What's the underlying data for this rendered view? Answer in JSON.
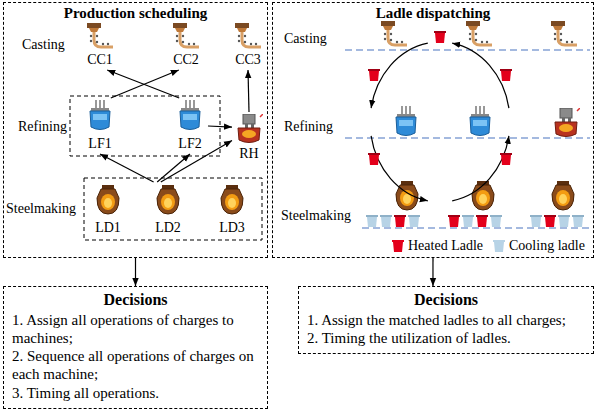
{
  "diagram": {
    "nodes": [
      {
        "text": [
          "Production scheduling"
        ]
      },
      {
        "text": [
          "CC1"
        ],
        "in": 0
      },
      {
        "text": [
          "CC2"
        ],
        "in": 0
      },
      {
        "text": [
          "CC3"
        ],
        "in": 0
      },
      {
        "text": [
          "LF1"
        ],
        "in": 0
      },
      {
        "text": [
          "LF2"
        ],
        "in": 0
      },
      {
        "text": [
          "RH"
        ],
        "in": 0
      },
      {
        "text": [
          "LD1"
        ],
        "in": 0
      },
      {
        "text": [
          "LD2"
        ],
        "in": 0
      },
      {
        "text": [
          "LD3"
        ],
        "in": 0
      },
      {
        "text": [
          "Ladle dispatching"
        ]
      },
      {
        "text": [
          "Decisions",
          "1. Assign all operations of charges to machines;",
          "2. Sequence all operations of charges on each machine;",
          "3. Timing all operations."
        ]
      },
      {
        "text": [
          "Decisions",
          "1. Assign the matched ladles to all charges;",
          "2. Timing the utilization of ladles."
        ]
      }
    ],
    "edges": [
      {
        "from": 8,
        "to": 4,
        "arrow": "to"
      },
      {
        "from": 8,
        "to": 5,
        "arrow": "to"
      },
      {
        "from": 8,
        "to": 6,
        "arrow": "to"
      },
      {
        "from": 5,
        "to": 6,
        "arrow": "to"
      },
      {
        "from": 4,
        "to": 2,
        "arrow": "to"
      },
      {
        "from": 5,
        "to": 1,
        "arrow": "to"
      },
      {
        "from": 6,
        "to": 3,
        "arrow": "to"
      },
      {
        "from": 0,
        "to": 11,
        "arrow": "to"
      },
      {
        "from": 10,
        "to": 12,
        "arrow": "to"
      }
    ],
    "labels": [
      "Casting",
      "Refining",
      "Steelmaking",
      "Casting",
      "Refining",
      "Steelmaking"
    ],
    "legend": [
      {
        "text": "Heated Ladle",
        "color": "#e3001b"
      },
      {
        "text": "Cooling ladle",
        "color": "#b7d3e6"
      }
    ]
  }
}
